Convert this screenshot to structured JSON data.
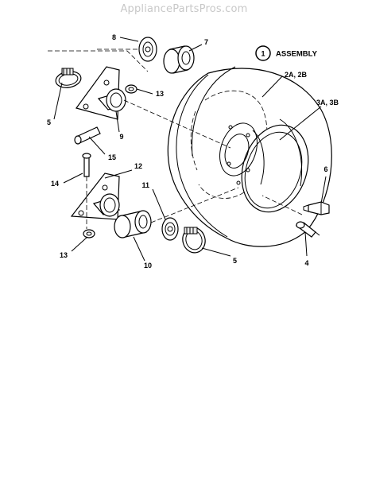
{
  "watermark": "AppliancePartsPros.com",
  "callout": {
    "number": "1",
    "text": "ASSEMBLY"
  },
  "labels": {
    "l8": "8",
    "l7": "7",
    "l5a": "5",
    "l13a": "13",
    "l9": "9",
    "l15": "15",
    "l2": "2A, 2B",
    "l3": "3A, 3B",
    "l6": "6",
    "l14": "14",
    "l12": "12",
    "l11": "11",
    "l13b": "13",
    "l10": "10",
    "l5b": "5",
    "l4": "4"
  }
}
